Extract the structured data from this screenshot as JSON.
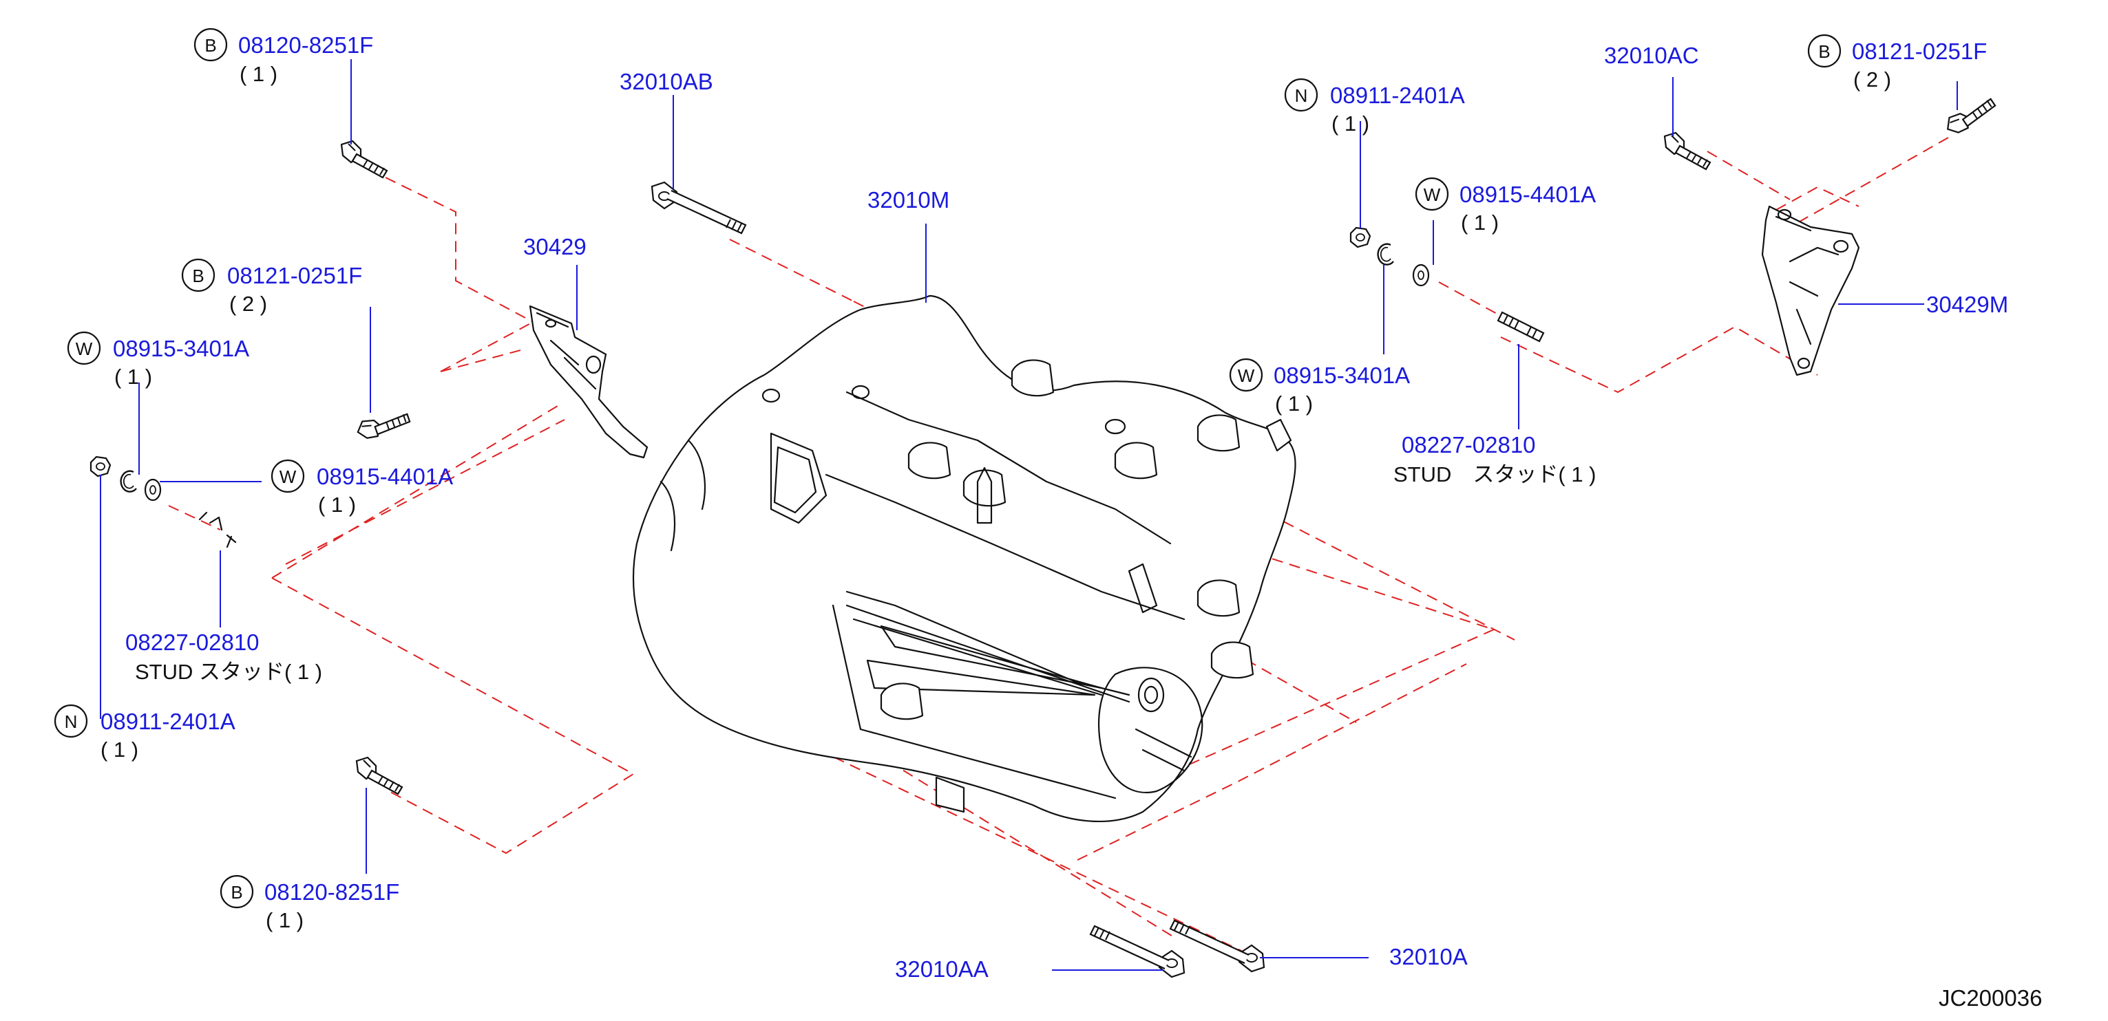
{
  "diagram_id": "JC200036",
  "colors": {
    "part_number": "#1a1adc",
    "leader": "#1a1adc",
    "assembly_line": "#e02020",
    "drawing": "#111111"
  },
  "callouts": {
    "b_08120_8251F_top": {
      "symbol": "B",
      "part": "08120-8251F",
      "qty": "( 1 )"
    },
    "b_08121_0251F_left": {
      "symbol": "B",
      "part": "08121-0251F",
      "qty": "( 2 )"
    },
    "w_08915_3401A_left": {
      "symbol": "W",
      "part": "08915-3401A",
      "qty": "( 1 )"
    },
    "w_08915_4401A_left": {
      "symbol": "W",
      "part": "08915-4401A",
      "qty": "( 1 )"
    },
    "stud_08227_02810_left": {
      "part": "08227-02810",
      "desc": "STUD スタッド( 1 )"
    },
    "n_08911_2401A_left": {
      "symbol": "N",
      "part": "08911-2401A",
      "qty": "( 1 )"
    },
    "b_08120_8251F_bottom": {
      "symbol": "B",
      "part": "08120-8251F",
      "qty": "( 1 )"
    },
    "p_32010AB": {
      "part": "32010AB"
    },
    "p_30429": {
      "part": "30429"
    },
    "p_32010M": {
      "part": "32010M"
    },
    "n_08911_2401A_right": {
      "symbol": "N",
      "part": "08911-2401A",
      "qty": "( 1 )"
    },
    "w_08915_4401A_right": {
      "symbol": "W",
      "part": "08915-4401A",
      "qty": "( 1 )"
    },
    "w_08915_3401A_right": {
      "symbol": "W",
      "part": "08915-3401A",
      "qty": "( 1 )"
    },
    "stud_08227_02810_right": {
      "part": "08227-02810",
      "desc": "STUD　スタッド( 1 )"
    },
    "p_32010AC": {
      "part": "32010AC"
    },
    "b_08121_0251F_right": {
      "symbol": "B",
      "part": "08121-0251F",
      "qty": "( 2 )"
    },
    "p_30429M": {
      "part": "30429M"
    },
    "p_32010AA": {
      "part": "32010AA"
    },
    "p_32010A": {
      "part": "32010A"
    }
  }
}
